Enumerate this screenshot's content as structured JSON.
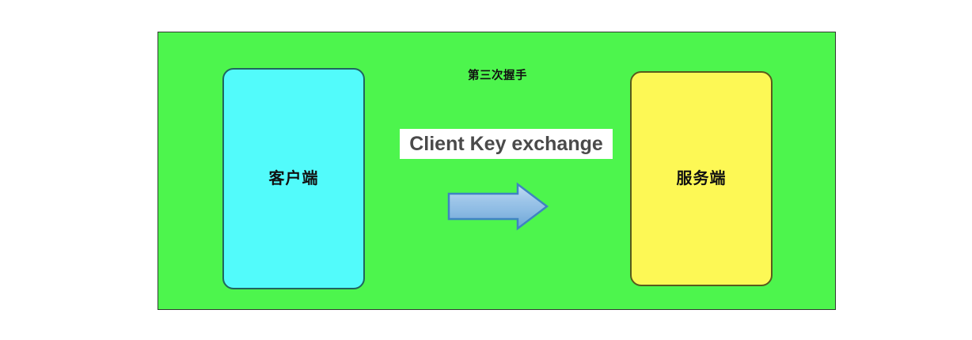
{
  "diagram": {
    "type": "sequence-step",
    "title": "第三次握手",
    "background_color": "#ffffff",
    "container": {
      "name": "handshake-step-container",
      "fill_color": "#4df54d",
      "border_color": "#2f3a2f"
    },
    "nodes": [
      {
        "id": "client",
        "label": "客户端",
        "fill_color": "#52fbfb",
        "border_color": "#20655f",
        "side": "left"
      },
      {
        "id": "server",
        "label": "服务端",
        "fill_color": "#fdf855",
        "border_color": "#595b1c",
        "side": "right"
      }
    ],
    "message": {
      "label": "Client Key exchange",
      "label_background": "#ffffff",
      "label_text_color": "#4a4a4a",
      "direction": "client-to-server"
    },
    "arrow": {
      "name": "right-arrow-icon",
      "direction": "right",
      "fill_top_color": "#b8d6f0",
      "fill_bottom_color": "#6fa8d8",
      "border_color": "#3a7ebf"
    }
  }
}
